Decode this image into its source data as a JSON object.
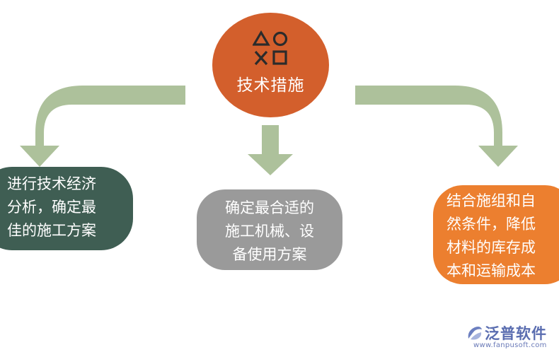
{
  "center": {
    "title": "技术措施",
    "icon": "playstation-shapes-icon",
    "color": "#d35f2c"
  },
  "arrow_color": "#adc19b",
  "nodes": [
    {
      "lines": [
        "进行技术经济",
        "分析，确定最",
        "佳的施工方案"
      ],
      "color": "#3f5e53"
    },
    {
      "lines": [
        "确定最合适的",
        "施工机械、设",
        "备使用方案"
      ],
      "color": "#9a9a9a"
    },
    {
      "lines": [
        "结合施组和自",
        "然条件，降低",
        "材料的库存成",
        "本和运输成本"
      ],
      "color": "#ec7f2f"
    }
  ],
  "logo": {
    "name": "泛普软件",
    "url": "www.fanpusoft.com",
    "icon": "fanpu-logo-icon"
  }
}
